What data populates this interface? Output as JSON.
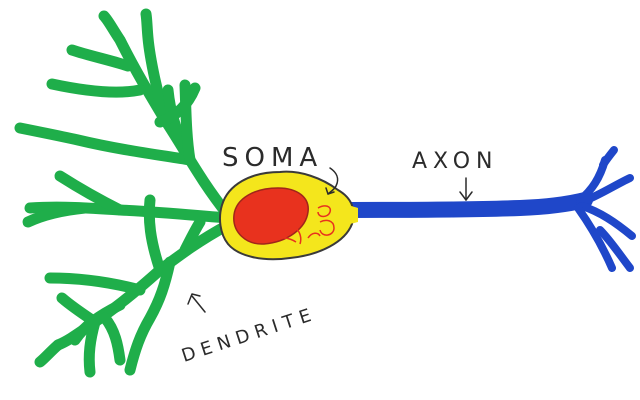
{
  "labels": {
    "soma": "SOMA",
    "axon": "AXON",
    "dendrite": "DENDRITE"
  },
  "colors": {
    "dendrites": "#1fae4a",
    "soma": "#f4e61c",
    "nucleus": "#e8321e",
    "axon": "#1f47c9",
    "outline": "#3a3a3a",
    "text": "#2b2b2b"
  }
}
